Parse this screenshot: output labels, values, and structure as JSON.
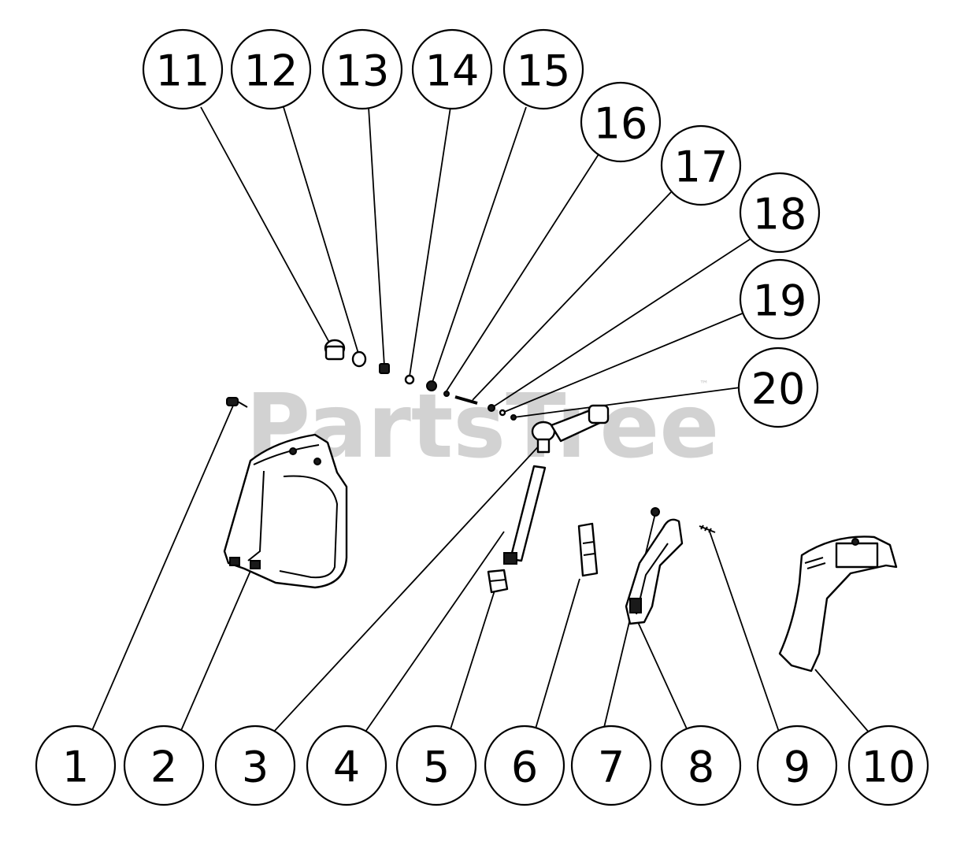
{
  "watermark": {
    "text": "PartsTree",
    "tm": "™",
    "color": "#c8c8c8"
  },
  "callouts": [
    "1",
    "2",
    "3",
    "4",
    "5",
    "6",
    "7",
    "8",
    "9",
    "10",
    "11",
    "12",
    "13",
    "14",
    "15",
    "16",
    "17",
    "18",
    "19",
    "20"
  ],
  "colors": {
    "line": "#000000",
    "background": "#ffffff"
  }
}
